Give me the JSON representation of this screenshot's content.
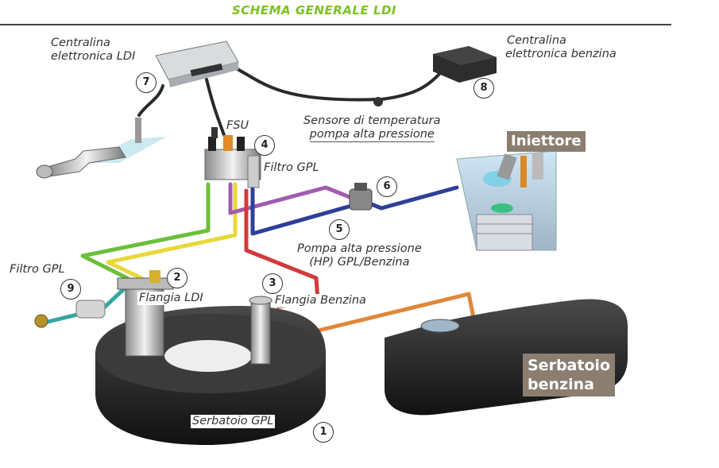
{
  "title": "SCHEMA GENERALE LDI",
  "labels": {
    "centralina_ldi_line1": "Centralina",
    "centralina_ldi_line2": "elettronica LDI",
    "centralina_benzina_line1": "Centralina",
    "centralina_benzina_line2": "elettronica benzina",
    "fsu": "FSU",
    "filtro_gpl_fsu": "Filtro GPL",
    "sensore_line1": "Sensore di temperatura",
    "sensore_line2": "pompa alta pressione",
    "iniettore": "Iniettore",
    "pompa_line1": "Pompa alta pressione",
    "pompa_line2": "(HP) GPL/Benzina",
    "filtro_gpl": "Filtro GPL",
    "flangia_ldi": "Flangia LDI",
    "flangia_benzina": "Flangia Benzina",
    "serbatoio_gpl": "Serbatoio GPL",
    "serbatoio_benzina_line1": "Serbatoio",
    "serbatoio_benzina_line2": "benzina"
  },
  "numbers": {
    "n1": "1",
    "n2": "2",
    "n3": "3",
    "n4": "4",
    "n5": "5",
    "n6": "6",
    "n7": "7",
    "n8": "8",
    "n9": "9"
  },
  "colors": {
    "title": "#7cc21f",
    "line_green": "#6cbf3a",
    "line_yellow": "#e8d83a",
    "line_red": "#d23a3a",
    "line_purple": "#a05cb0",
    "line_blue": "#2e3f9a",
    "line_orange": "#e0873a",
    "line_teal": "#35a6a0",
    "badge": "#8b7e70"
  }
}
